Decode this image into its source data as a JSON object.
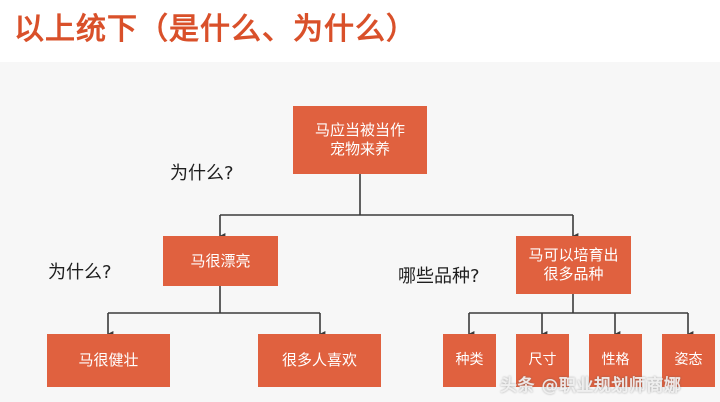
{
  "header": {
    "title": "以上统下（是什么、为什么）",
    "title_color": "#d9502a"
  },
  "theme": {
    "background": "#f7f7f7",
    "node_fill": "#e0613f",
    "node_text": "#ffffff",
    "connector": "#404040",
    "label_text": "#1f1f1f"
  },
  "diagram": {
    "type": "tree",
    "root": {
      "id": "root",
      "label": "马应当被当作\n宠物来养"
    },
    "level2": [
      {
        "id": "n-beautiful",
        "label": "马很漂亮"
      },
      {
        "id": "n-breeds",
        "label": "马可以培育出\n很多品种"
      }
    ],
    "level3_left": [
      {
        "id": "n-strong",
        "label": "马很健壮"
      },
      {
        "id": "n-liked",
        "label": "很多人喜欢"
      }
    ],
    "level3_right": [
      {
        "id": "n-kind",
        "label": "种类"
      },
      {
        "id": "n-size",
        "label": "尺寸"
      },
      {
        "id": "n-character",
        "label": "性格"
      },
      {
        "id": "n-posture",
        "label": "姿态"
      }
    ],
    "labels": {
      "why_top": "为什么?",
      "why_left": "为什么?",
      "which_breeds": "哪些品种?"
    }
  },
  "watermark": {
    "text": "头条 @职业规划师商娜"
  }
}
